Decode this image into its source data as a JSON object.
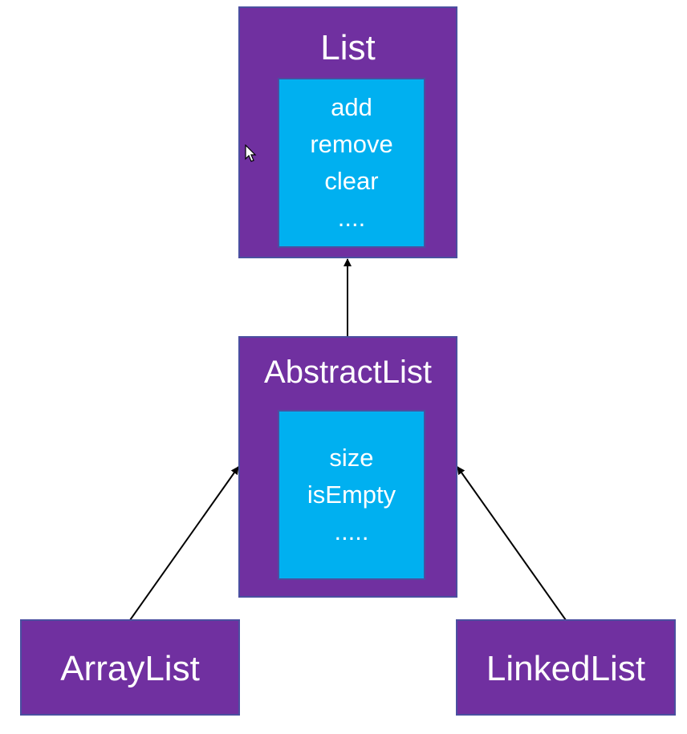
{
  "diagram": {
    "list": {
      "title": "List",
      "methods": [
        "add",
        "remove",
        "clear",
        "...."
      ]
    },
    "abstract_list": {
      "title": "AbstractList",
      "methods": [
        "size",
        "isEmpty",
        "....."
      ]
    },
    "array_list": {
      "title": "ArrayList"
    },
    "linked_list": {
      "title": "LinkedList"
    },
    "colors": {
      "box_fill": "#7030a0",
      "inner_fill": "#00b0f0",
      "border": "#4b4fa0",
      "text": "#ffffff",
      "arrow": "#000000"
    },
    "edges": [
      {
        "from": "abstract_list",
        "to": "list"
      },
      {
        "from": "array_list",
        "to": "abstract_list"
      },
      {
        "from": "linked_list",
        "to": "abstract_list"
      }
    ]
  },
  "cursor": {
    "icon": "mouse-pointer-icon"
  }
}
